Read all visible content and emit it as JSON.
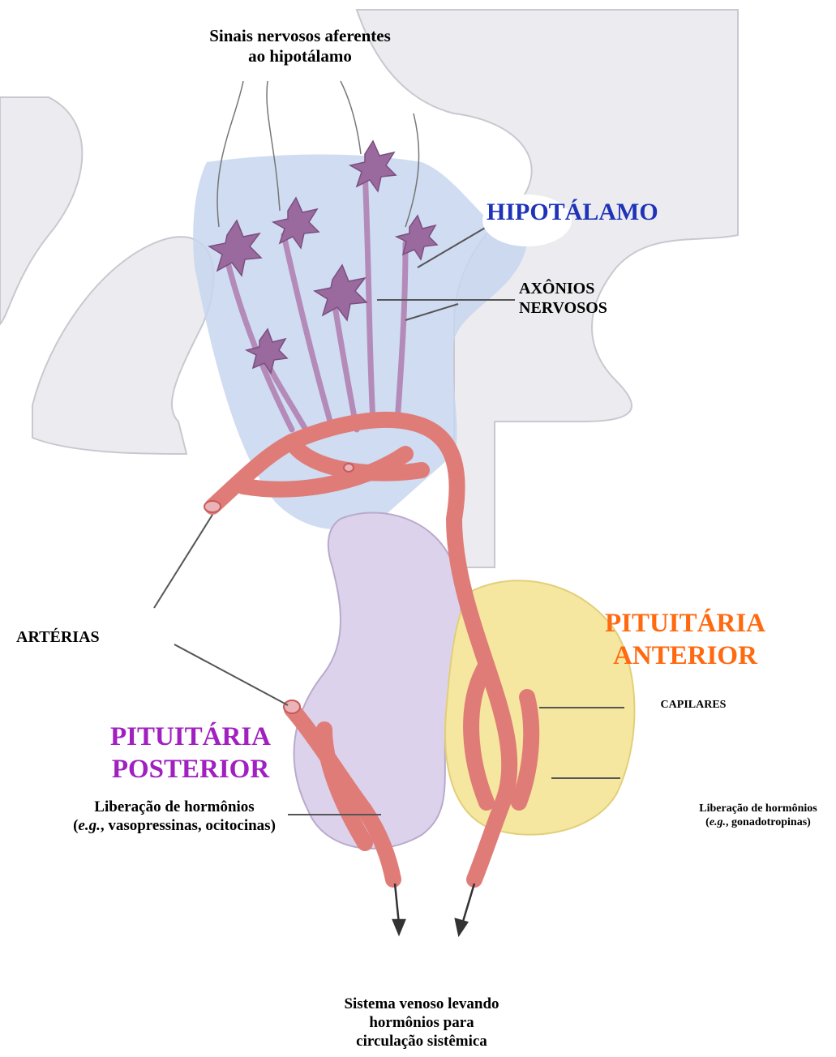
{
  "labels": {
    "afferent_line1": "Sinais nervosos aferentes",
    "afferent_line2": "ao hipotálamo",
    "hypothalamus": "HIPOTÁLAMO",
    "axons_line1": "AXÔNIOS",
    "axons_line2": "NERVOSOS",
    "arteries": "ARTÉRIAS",
    "anterior_line1": "PITUITÁRIA",
    "anterior_line2": "ANTERIOR",
    "capillaries": "CAPILARES",
    "posterior_line1": "PITUITÁRIA",
    "posterior_line2": "POSTERIOR",
    "release_left_line1": "Liberação de hormônios",
    "release_left_eg": "e.g.",
    "release_left_rest": ", vasopressinas, ocitocinas)",
    "release_right_line1": "Liberação de hormônios",
    "release_right_eg": "e.g.",
    "release_right_rest": ", gonadotropinas)",
    "venous_line1": "Sistema venoso levando",
    "venous_line2": "hormônios para",
    "venous_line3": "circulação sistêmica"
  },
  "colors": {
    "hypothalamus_label": "#1f33b8",
    "anterior_label": "#ff6a10",
    "posterior_label": "#a020c0",
    "vessel": "#e07c78",
    "anterior_lobe": "#f6e7a0",
    "posterior_lobe": "#ddd2ec",
    "hypothalamus_region": "#c7d6ee",
    "neuron": "#9a6a9e"
  }
}
